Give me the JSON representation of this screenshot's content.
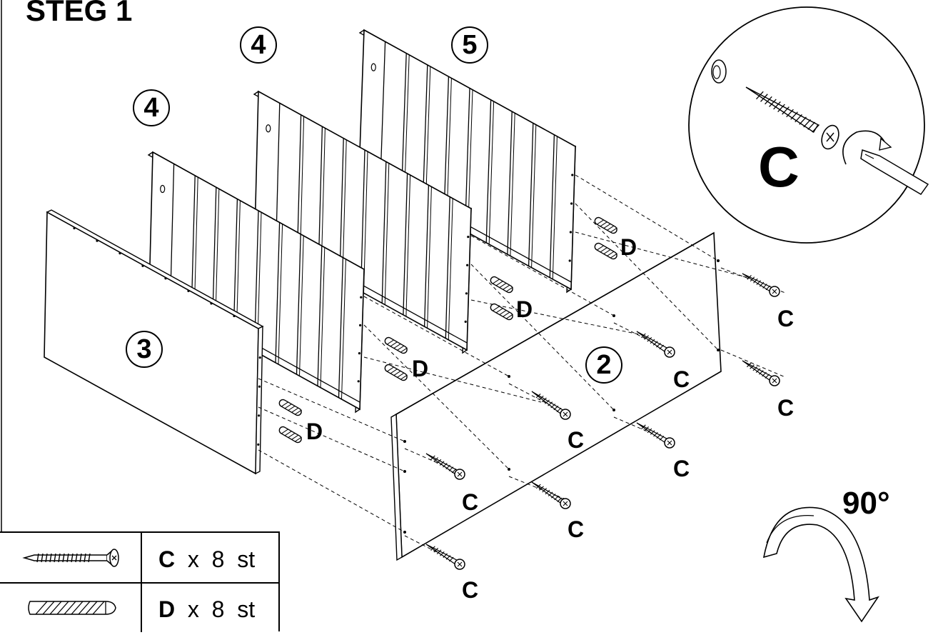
{
  "title": "STEG 1",
  "parts": {
    "p2": "2",
    "p3": "3",
    "p4a": "4",
    "p4b": "4",
    "p5": "5"
  },
  "labels": {
    "C": "C",
    "D": "D"
  },
  "inset": {
    "label": "C"
  },
  "rotation": {
    "label": "90°"
  },
  "legend": {
    "rows": [
      {
        "letter": "C",
        "times": "x",
        "count": "8",
        "unit": "st",
        "icon": "screw-icon"
      },
      {
        "letter": "D",
        "times": "x",
        "count": "8",
        "unit": "st",
        "icon": "dowel-icon"
      }
    ]
  }
}
